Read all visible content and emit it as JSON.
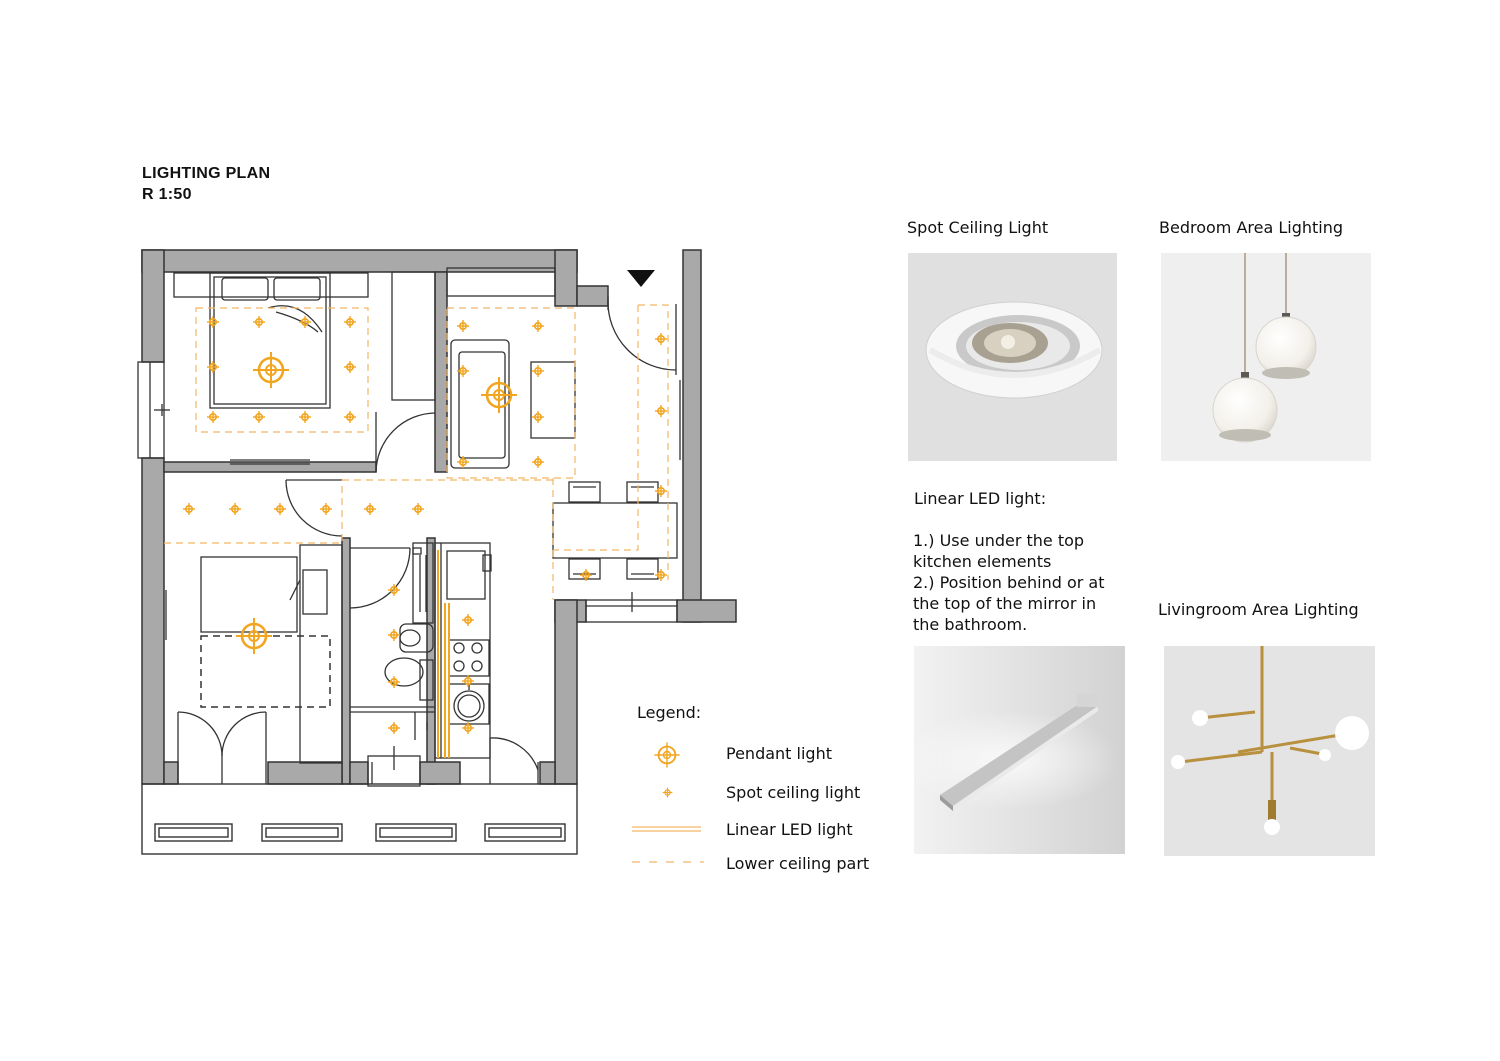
{
  "plan": {
    "title": "LIGHTING PLAN",
    "scale": "R 1:50"
  },
  "legend": {
    "title": "Legend:",
    "items": [
      {
        "symbol": "pendant-icon",
        "label": "Pendant light"
      },
      {
        "symbol": "spot-icon",
        "label": "Spot ceiling light"
      },
      {
        "symbol": "linear-led-icon",
        "label": "Linear LED light"
      },
      {
        "symbol": "lower-ceiling-icon",
        "label": "Lower ceiling part"
      }
    ]
  },
  "products": {
    "spot": {
      "caption": "Spot Ceiling Light"
    },
    "bedroom": {
      "caption": "Bedroom Area Lighting"
    },
    "linear": {
      "caption": "Linear LED light:",
      "notes": [
        "1.) Use under the top",
        "kitchen elements",
        "2.) Position behind or at",
        "the top of the mirror in",
        "the bathroom."
      ]
    },
    "livingroom": {
      "caption": "Livingroom Area Lighting"
    }
  },
  "colors": {
    "wall": "#a9a9a9",
    "light": "#f2a51e",
    "line": "#333333"
  }
}
